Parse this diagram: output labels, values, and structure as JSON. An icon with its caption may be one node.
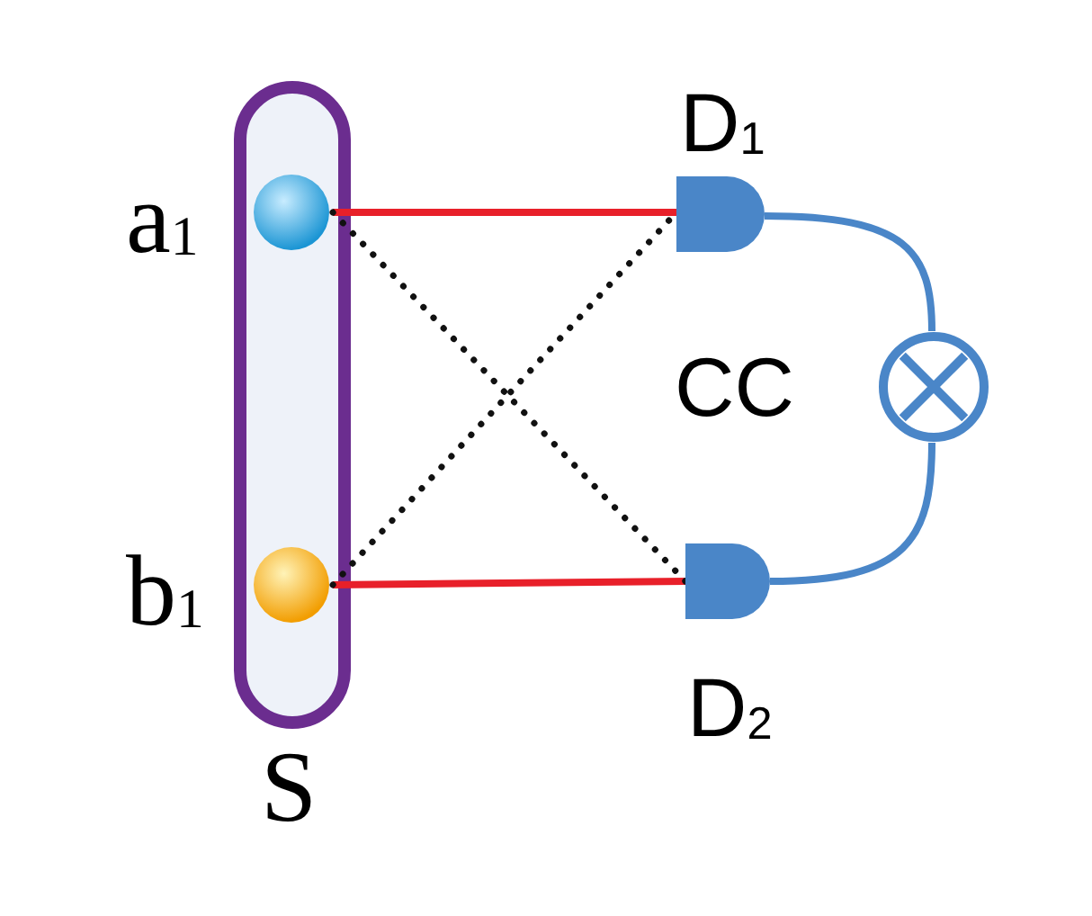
{
  "diagram": {
    "nodes": [
      {
        "text": [
          "S"
        ]
      },
      {
        "text": [
          "a$_{1}$"
        ],
        "in": 0
      },
      {
        "text": [
          "b$_{1}$"
        ],
        "in": 0
      },
      {
        "text": [
          "D$_{1}$"
        ]
      },
      {
        "text": [
          "D$_{2}$"
        ]
      },
      {
        "text": [
          "CC"
        ]
      }
    ],
    "edges": [
      {
        "from": 1,
        "to": 3,
        "arrow": "none",
        "color": "#e8202a"
      },
      {
        "from": 2,
        "to": 4,
        "arrow": "none",
        "color": "#e8202a"
      },
      {
        "from": 1,
        "to": 4,
        "arrow": "none",
        "style": "dashed",
        "color": "#111111"
      },
      {
        "from": 2,
        "to": 3,
        "arrow": "none",
        "style": "dashed",
        "color": "#111111"
      },
      {
        "from": 3,
        "to": 5,
        "arrow": "none",
        "color": "#4a86c8"
      },
      {
        "from": 4,
        "to": 5,
        "arrow": "none",
        "color": "#4a86c8"
      }
    ]
  }
}
